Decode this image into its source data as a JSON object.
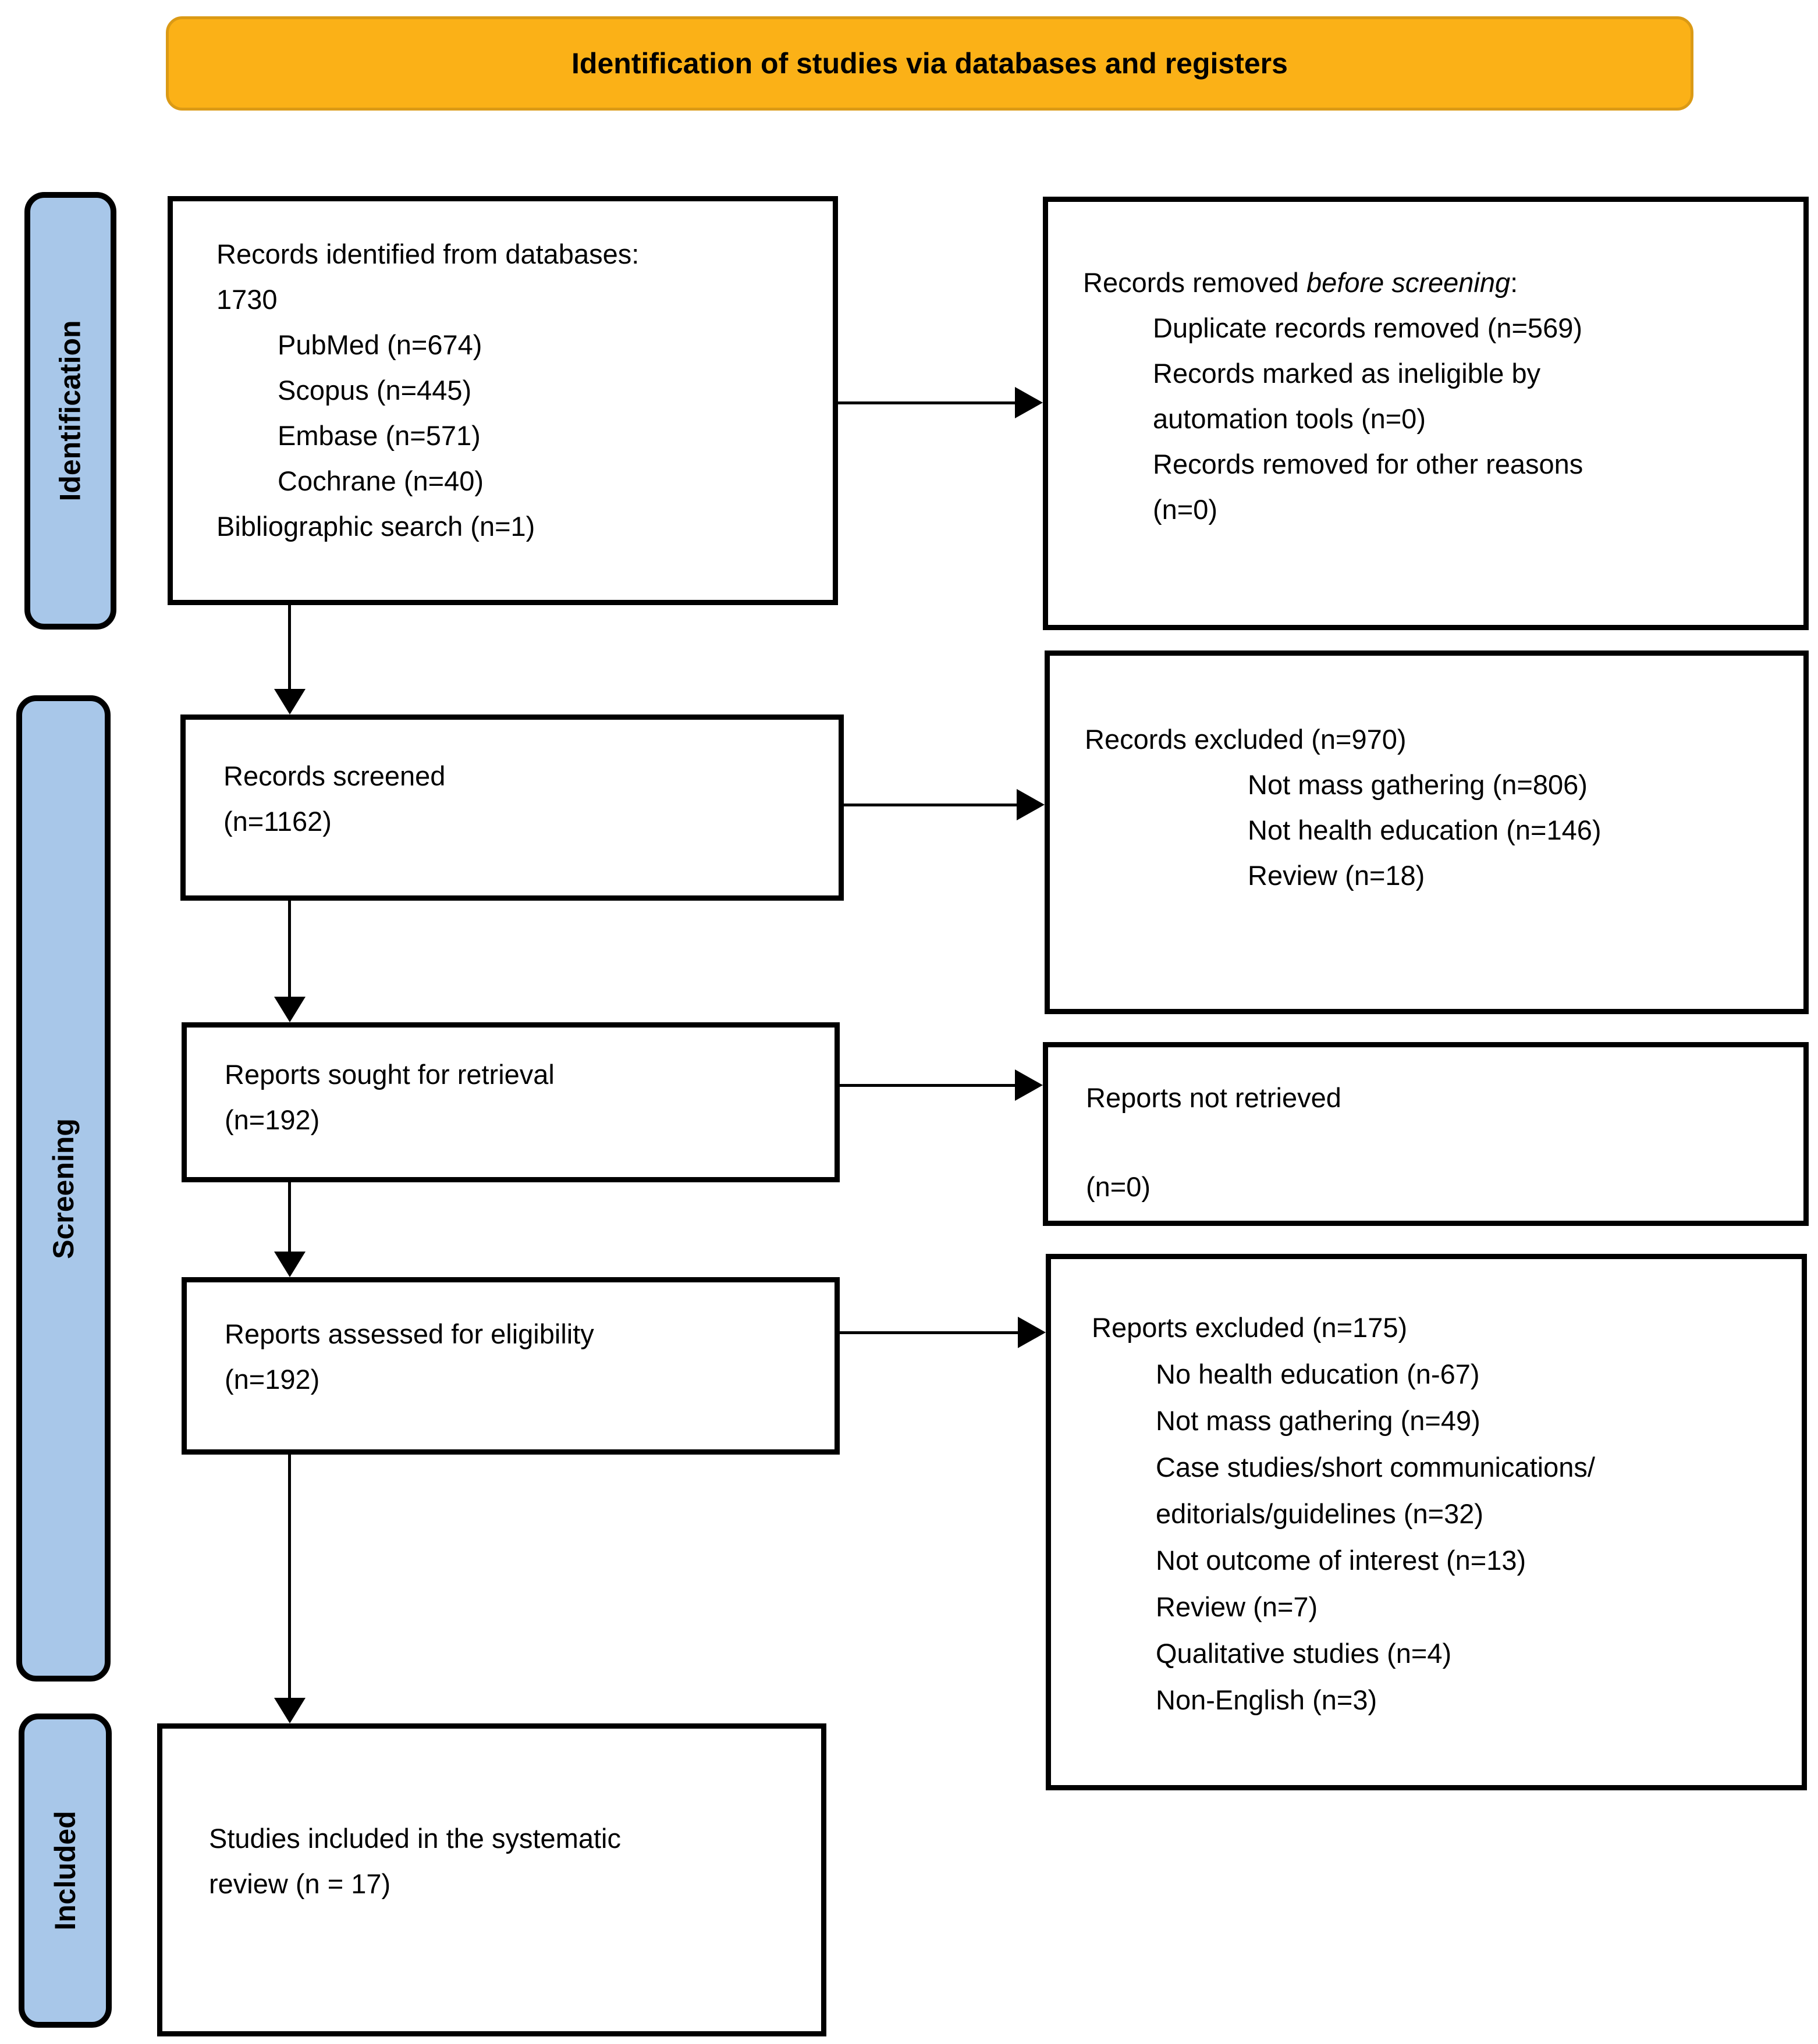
{
  "banner": {
    "title": "Identification of studies via databases and registers"
  },
  "sidebar": {
    "identification": "Identification",
    "screening": "Screening",
    "included": "Included"
  },
  "colors": {
    "banner_fill": "#FBB117",
    "banner_border": "#DB9A15",
    "stage_fill": "#A8C7E9",
    "box_fill": "#FFFFFF",
    "line_color": "#000000"
  },
  "boxes": {
    "identified": {
      "lines": [
        "Records identified from databases:",
        "1730",
        "PubMed (n=674)",
        "Scopus (n=445)",
        "Embase (n=571)",
        "Cochrane (n=40)",
        "Bibliographic search (n=1)"
      ]
    },
    "removed": {
      "heading": {
        "prefix": "Records removed ",
        "italic": "before screening",
        "suffix": ":"
      },
      "lines": [
        "Duplicate records removed (n=569)",
        "Records marked as ineligible by",
        "automation tools (n=0)",
        "Records removed for other reasons",
        "(n=0)"
      ]
    },
    "screened": {
      "lines": [
        "Records screened",
        "(n=1162)"
      ]
    },
    "excluded_records": {
      "lines": [
        "Records excluded (n=970)",
        "Not mass gathering (n=806)",
        "Not health education (n=146)",
        "Review (n=18)"
      ]
    },
    "sought": {
      "lines": [
        "Reports sought for retrieval",
        "(n=192)"
      ]
    },
    "not_retrieved": {
      "line1": "Reports not retrieved",
      "line2": "(n=0)"
    },
    "assessed": {
      "lines": [
        "Reports assessed for eligibility",
        "(n=192)"
      ]
    },
    "excluded_reports": {
      "lines": [
        "Reports excluded (n=175)",
        "No health education (n-67)",
        "Not mass gathering (n=49)",
        "Case studies/short communications/",
        "editorials/guidelines (n=32)",
        "Not outcome of interest (n=13)",
        "Review (n=7)",
        "Qualitative studies (n=4)",
        "Non-English (n=3)"
      ]
    },
    "included_studies": {
      "lines": [
        "Studies included in the systematic",
        "review (n = 17)"
      ]
    }
  }
}
